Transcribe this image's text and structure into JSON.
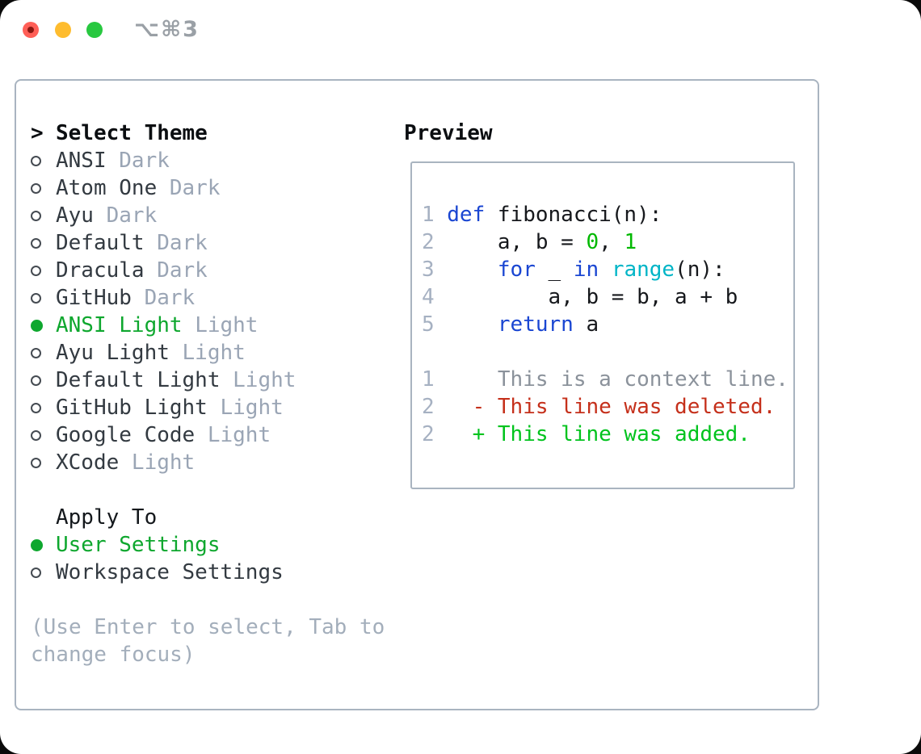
{
  "window": {
    "shortcut_label": "⌥⌘3"
  },
  "theme_list": {
    "header_prefix": ">",
    "header": "Select Theme",
    "items": [
      {
        "name": "ANSI",
        "variant": "Dark",
        "selected": false
      },
      {
        "name": "Atom One",
        "variant": "Dark",
        "selected": false
      },
      {
        "name": "Ayu",
        "variant": "Dark",
        "selected": false
      },
      {
        "name": "Default",
        "variant": "Dark",
        "selected": false
      },
      {
        "name": "Dracula",
        "variant": "Dark",
        "selected": false
      },
      {
        "name": "GitHub",
        "variant": "Dark",
        "selected": false
      },
      {
        "name": "ANSI Light",
        "variant": "Light",
        "selected": true
      },
      {
        "name": "Ayu Light",
        "variant": "Light",
        "selected": false
      },
      {
        "name": "Default Light",
        "variant": "Light",
        "selected": false
      },
      {
        "name": "GitHub Light",
        "variant": "Light",
        "selected": false
      },
      {
        "name": "Google Code",
        "variant": "Light",
        "selected": false
      },
      {
        "name": "XCode",
        "variant": "Light",
        "selected": false
      }
    ]
  },
  "apply_to": {
    "header": "Apply To",
    "options": [
      {
        "label": "User Settings",
        "selected": true
      },
      {
        "label": "Workspace Settings",
        "selected": false
      }
    ]
  },
  "help_text": "(Use Enter to select, Tab to change focus)",
  "preview": {
    "header": "Preview",
    "lines": [
      {
        "num": "",
        "segments": []
      },
      {
        "num": "1",
        "segments": [
          {
            "text": "def",
            "type": "keyword"
          },
          {
            "text": " fibonacci(n):",
            "type": "plain"
          }
        ]
      },
      {
        "num": "2",
        "segments": [
          {
            "text": "    a, b = ",
            "type": "plain"
          },
          {
            "text": "0",
            "type": "number"
          },
          {
            "text": ", ",
            "type": "plain"
          },
          {
            "text": "1",
            "type": "number"
          }
        ]
      },
      {
        "num": "3",
        "segments": [
          {
            "text": "    ",
            "type": "plain"
          },
          {
            "text": "for",
            "type": "keyword"
          },
          {
            "text": " _ ",
            "type": "plain"
          },
          {
            "text": "in",
            "type": "keyword"
          },
          {
            "text": " ",
            "type": "plain"
          },
          {
            "text": "range",
            "type": "builtin"
          },
          {
            "text": "(n):",
            "type": "plain"
          }
        ]
      },
      {
        "num": "4",
        "segments": [
          {
            "text": "        a, b = b, a + b",
            "type": "plain"
          }
        ]
      },
      {
        "num": "5",
        "segments": [
          {
            "text": "    ",
            "type": "plain"
          },
          {
            "text": "return",
            "type": "keyword"
          },
          {
            "text": " a",
            "type": "plain"
          }
        ]
      },
      {
        "num": "",
        "segments": []
      },
      {
        "num": "1",
        "segments": [
          {
            "text": "    This is a context line.",
            "type": "context"
          }
        ]
      },
      {
        "num": "2",
        "segments": [
          {
            "text": "  - This line was deleted.",
            "type": "deleted"
          }
        ]
      },
      {
        "num": "2",
        "segments": [
          {
            "text": "  + This line was added.",
            "type": "added"
          }
        ]
      },
      {
        "num": "",
        "segments": []
      }
    ]
  },
  "colors": {
    "selected_green": "#0ea72e",
    "keyword_blue": "#1a46d2",
    "builtin_cyan": "#00b5c7",
    "number_green": "#00b800",
    "context_gray": "#8b929b",
    "deleted_red": "#c5301b",
    "added_green": "#00c31d",
    "muted_variant": "#9aa5b5",
    "line_number": "#a6b1c2",
    "panel_border": "#a9b4c0",
    "traffic_red": "#ff5f57",
    "traffic_yellow": "#febc2e",
    "traffic_green": "#28c840"
  }
}
